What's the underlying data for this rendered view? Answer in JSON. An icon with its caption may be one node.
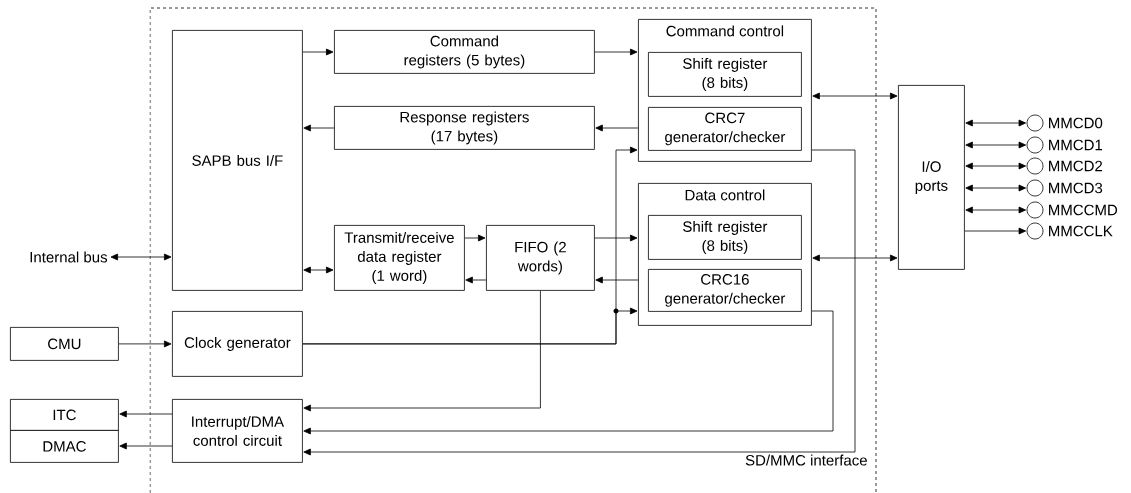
{
  "diagram": {
    "nodes": [
      {
        "text": [
          "SD/MMC interface"
        ]
      },
      {
        "text": [
          "SAPB bus I/F"
        ],
        "in": 0
      },
      {
        "text": [
          "Command registers (5 bytes)"
        ],
        "in": 0
      },
      {
        "text": [
          "Response registers (17 bytes)"
        ],
        "in": 0
      },
      {
        "text": [
          "Command control"
        ],
        "in": 0
      },
      {
        "text": [
          "Shift register (8 bits)"
        ],
        "in": 4
      },
      {
        "text": [
          "CRC7 generator/checker"
        ],
        "in": 4
      },
      {
        "text": [
          "Data control"
        ],
        "in": 0
      },
      {
        "text": [
          "Shift register (8 bits)"
        ],
        "in": 7
      },
      {
        "text": [
          "CRC16 generator/checker"
        ],
        "in": 7
      },
      {
        "text": [
          "Transmit/receive data register (1 word)"
        ],
        "in": 0
      },
      {
        "text": [
          "FIFO (2 words)"
        ],
        "in": 0
      },
      {
        "text": [
          "I/O ports"
        ]
      },
      {
        "text": [],
        "shape": "circle",
        "beside": [
          "MMCD0"
        ]
      },
      {
        "text": [],
        "shape": "circle",
        "beside": [
          "MMCD1"
        ]
      },
      {
        "text": [],
        "shape": "circle",
        "beside": [
          "MMCD2"
        ]
      },
      {
        "text": [],
        "shape": "circle",
        "beside": [
          "MMCD3"
        ]
      },
      {
        "text": [],
        "shape": "circle",
        "beside": [
          "MMCCMD"
        ]
      },
      {
        "text": [],
        "shape": "circle",
        "beside": [
          "MMCCLK"
        ]
      },
      {
        "text": [
          "Internal bus"
        ]
      },
      {
        "text": [
          "CMU"
        ]
      },
      {
        "text": [
          "Clock generator"
        ],
        "in": 0
      },
      {
        "text": [
          "ITC"
        ]
      },
      {
        "text": [
          "DMAC"
        ]
      },
      {
        "text": [
          "Interrupt/DMA control circuit"
        ],
        "in": 0
      }
    ],
    "edges": [
      {
        "from": 19,
        "to": 1,
        "arrow": "both"
      },
      {
        "from": 1,
        "to": 2,
        "arrow": "to"
      },
      {
        "from": 2,
        "to": 4,
        "arrow": "to"
      },
      {
        "from": 4,
        "to": 3,
        "arrow": "to"
      },
      {
        "from": 3,
        "to": 1,
        "arrow": "to"
      },
      {
        "from": 1,
        "to": 10,
        "arrow": "both"
      },
      {
        "from": 10,
        "to": 11,
        "arrow": "to"
      },
      {
        "from": 11,
        "to": 10,
        "arrow": "to"
      },
      {
        "from": 11,
        "to": 7,
        "arrow": "to"
      },
      {
        "from": 7,
        "to": 11,
        "arrow": "to"
      },
      {
        "from": 4,
        "to": 12,
        "arrow": "both"
      },
      {
        "from": 7,
        "to": 12,
        "arrow": "both"
      },
      {
        "from": 12,
        "to": 13,
        "arrow": "both"
      },
      {
        "from": 12,
        "to": 14,
        "arrow": "both"
      },
      {
        "from": 12,
        "to": 15,
        "arrow": "both"
      },
      {
        "from": 12,
        "to": 16,
        "arrow": "both"
      },
      {
        "from": 12,
        "to": 17,
        "arrow": "both"
      },
      {
        "from": 12,
        "to": 18,
        "arrow": "to"
      },
      {
        "from": 20,
        "to": 21,
        "arrow": "to"
      },
      {
        "from": 21,
        "to": 4,
        "arrow": "to"
      },
      {
        "from": 21,
        "to": 7,
        "arrow": "to"
      },
      {
        "from": 11,
        "to": 24,
        "arrow": "to"
      },
      {
        "from": 7,
        "to": 24,
        "arrow": "to"
      },
      {
        "from": 4,
        "to": 24,
        "arrow": "to"
      },
      {
        "from": 24,
        "to": 22,
        "arrow": "to"
      },
      {
        "from": 24,
        "to": 23,
        "arrow": "to"
      }
    ]
  }
}
